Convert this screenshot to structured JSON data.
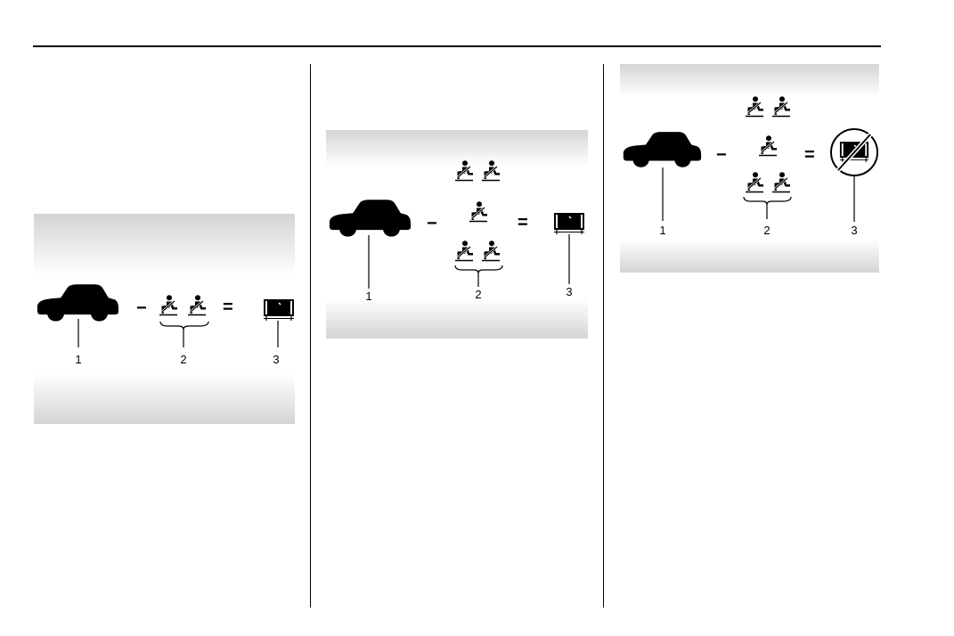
{
  "diagrams": [
    {
      "id": "figure-1",
      "callouts": [
        "1",
        "2",
        "3"
      ],
      "operators": [
        "−",
        "="
      ],
      "seatbelt_icon_count": 2,
      "cargo_prohibited": false
    },
    {
      "id": "figure-2",
      "callouts": [
        "1",
        "2",
        "3"
      ],
      "operators": [
        "−",
        "="
      ],
      "seatbelt_icon_count": 5,
      "cargo_prohibited": false
    },
    {
      "id": "figure-3",
      "callouts": [
        "1",
        "2",
        "3"
      ],
      "operators": [
        "−",
        "="
      ],
      "seatbelt_icon_count": 5,
      "cargo_prohibited": true
    }
  ],
  "icons": {
    "vehicle": "car-silhouette-icon",
    "occupant": "seatbelt-occupant-icon",
    "cargo": "cargo-box-icon",
    "prohibited": "no-symbol-icon"
  },
  "colors": {
    "ink": "#000000",
    "panel_band": "#d8d8d8",
    "panel_white": "#ffffff"
  }
}
